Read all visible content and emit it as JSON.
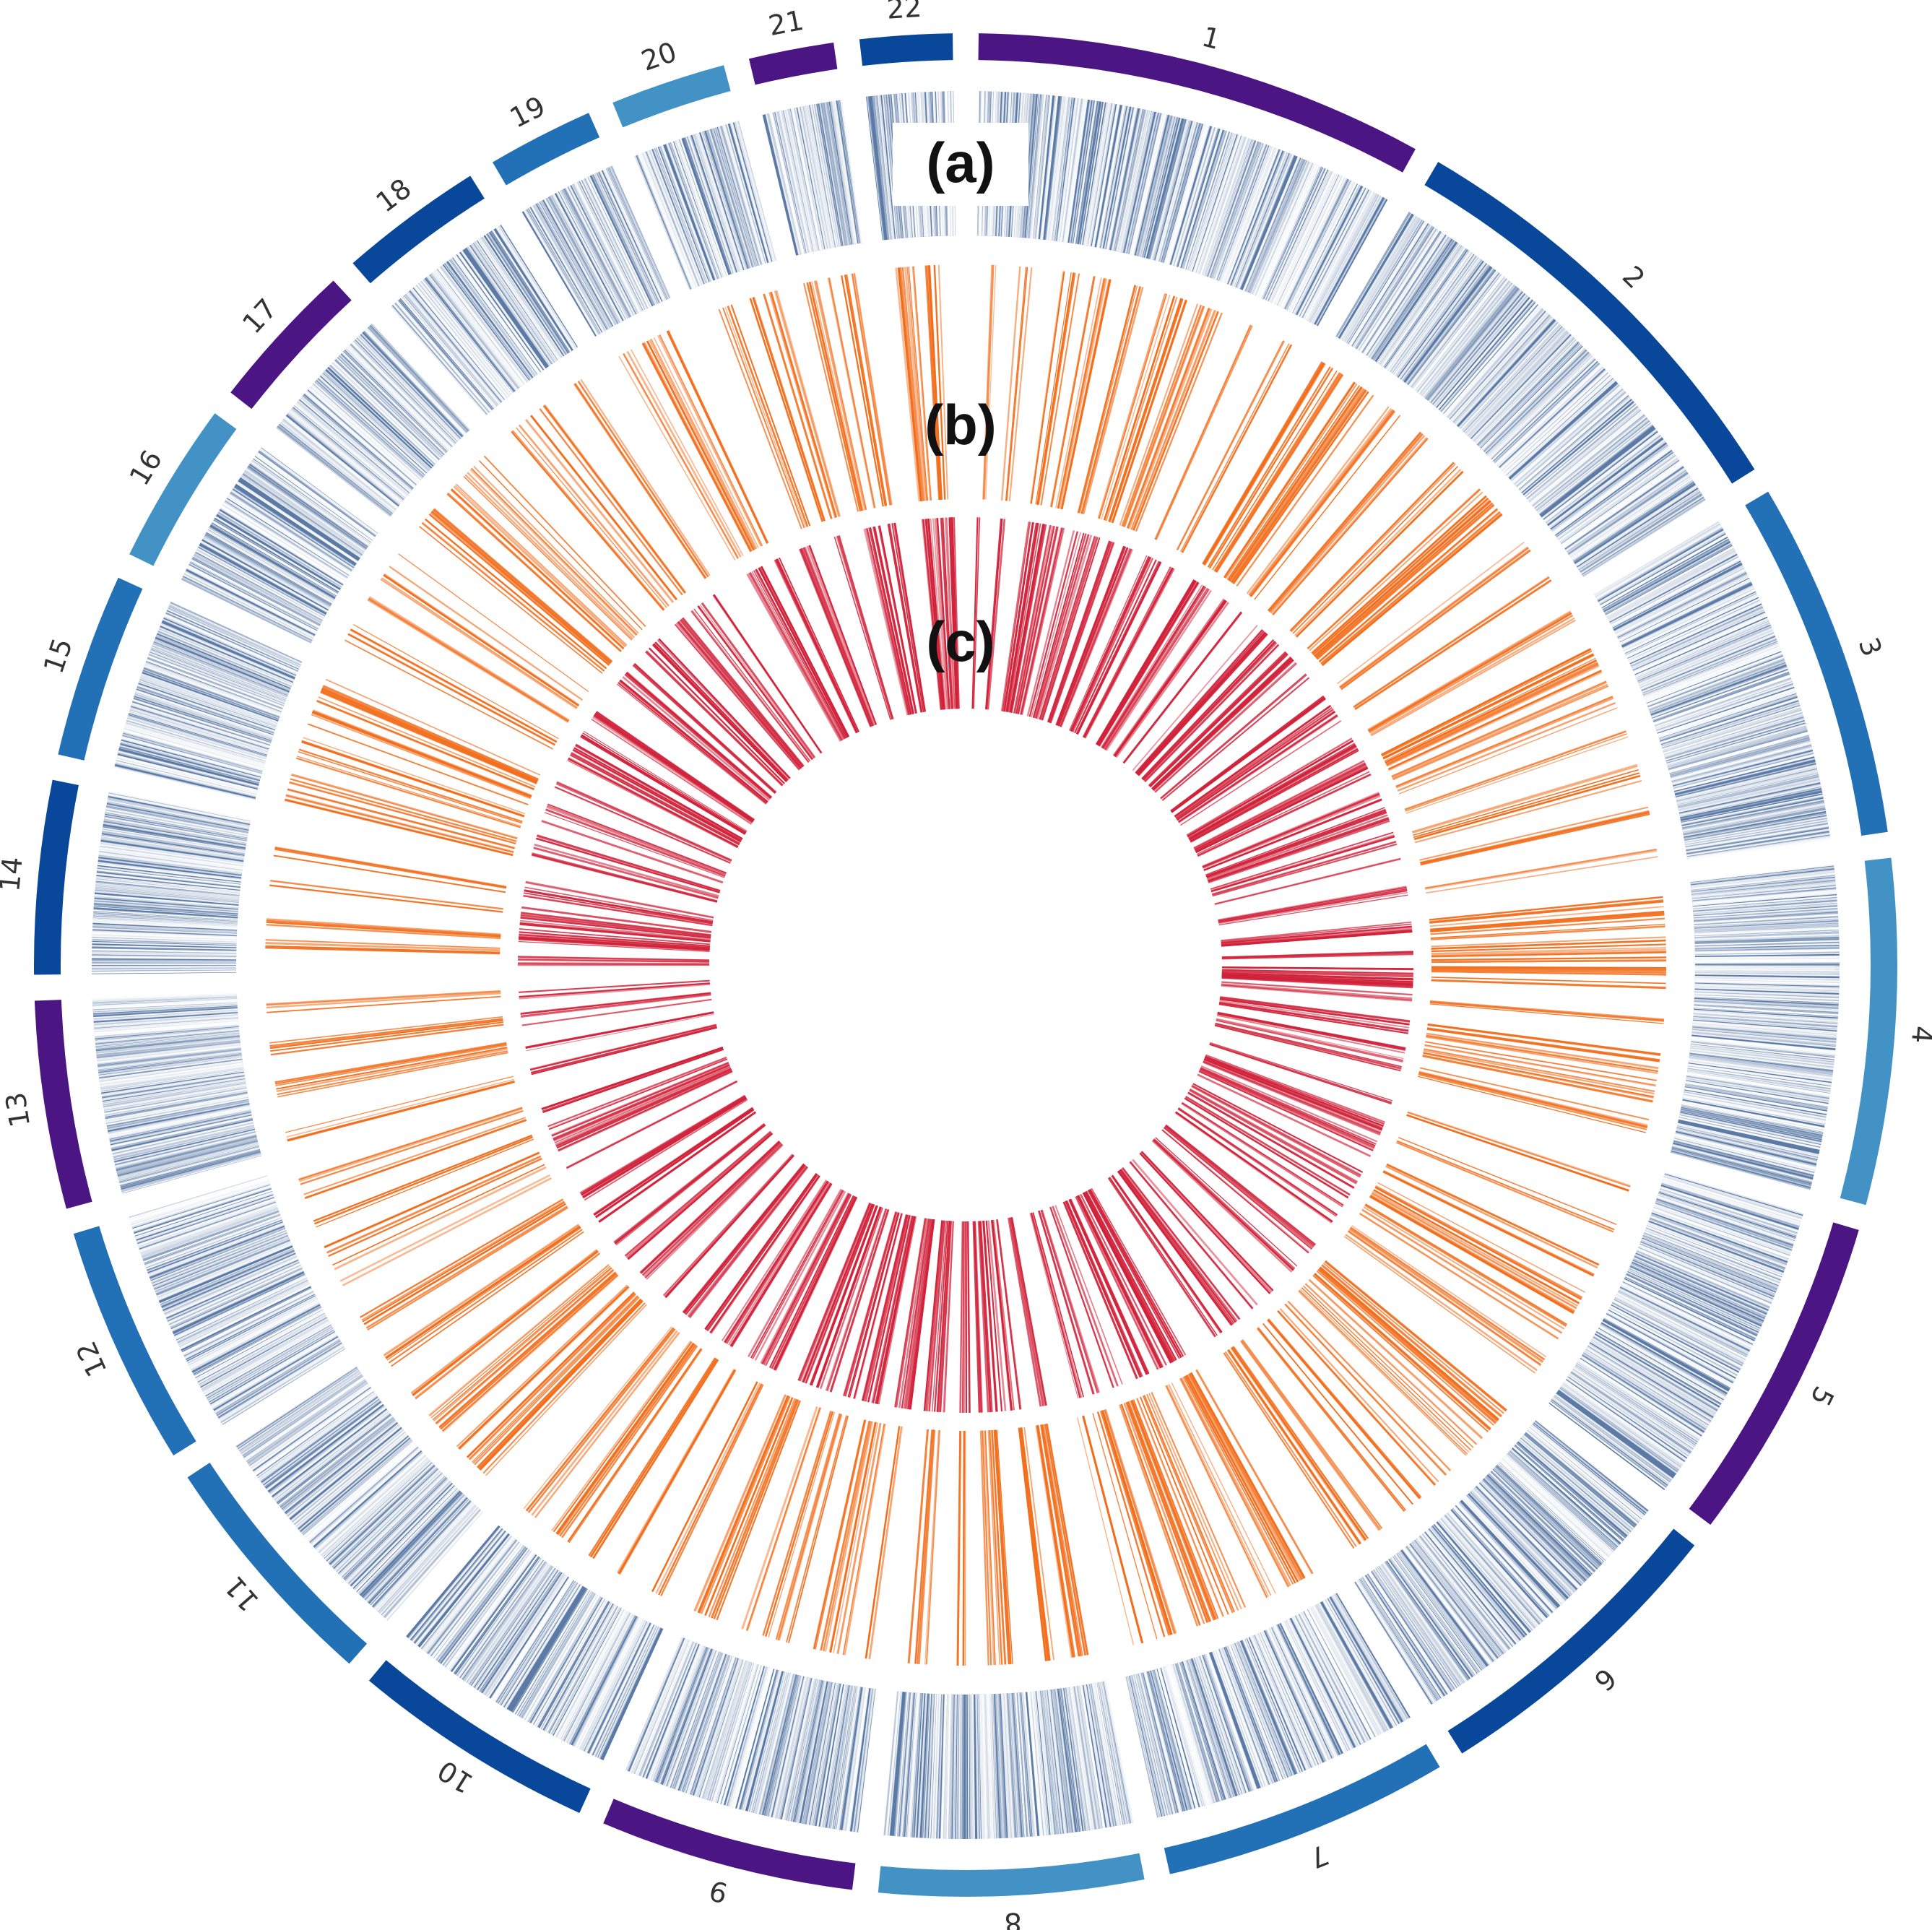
{
  "chart_data": {
    "type": "circos",
    "chromosomes": [
      {
        "name": "1",
        "length": 249,
        "color": "#4b1683"
      },
      {
        "name": "2",
        "length": 243,
        "color": "#08479a"
      },
      {
        "name": "3",
        "length": 198,
        "color": "#2270b6"
      },
      {
        "name": "4",
        "length": 191,
        "color": "#4292c6"
      },
      {
        "name": "5",
        "length": 181,
        "color": "#4b1683"
      },
      {
        "name": "6",
        "length": 171,
        "color": "#08479a"
      },
      {
        "name": "7",
        "length": 159,
        "color": "#2270b6"
      },
      {
        "name": "8",
        "length": 146,
        "color": "#4292c6"
      },
      {
        "name": "9",
        "length": 141,
        "color": "#4b1683"
      },
      {
        "name": "10",
        "length": 136,
        "color": "#08479a"
      },
      {
        "name": "11",
        "length": 135,
        "color": "#2270b6"
      },
      {
        "name": "12",
        "length": 133,
        "color": "#2270b6"
      },
      {
        "name": "13",
        "length": 115,
        "color": "#4b1683"
      },
      {
        "name": "14",
        "length": 107,
        "color": "#08479a"
      },
      {
        "name": "15",
        "length": 102,
        "color": "#2270b6"
      },
      {
        "name": "16",
        "length": 90,
        "color": "#4292c6"
      },
      {
        "name": "17",
        "length": 83,
        "color": "#4b1683"
      },
      {
        "name": "18",
        "length": 80,
        "color": "#08479a"
      },
      {
        "name": "19",
        "length": 59,
        "color": "#2270b6"
      },
      {
        "name": "20",
        "length": 64,
        "color": "#4292c6"
      },
      {
        "name": "21",
        "length": 47,
        "color": "#4b1683"
      },
      {
        "name": "22",
        "length": 51,
        "color": "#08479a"
      }
    ],
    "tracks": [
      {
        "label": "(a)",
        "color": "#5b7aa5",
        "density": "high"
      },
      {
        "label": "(b)",
        "color": "#f26d1b",
        "density": "medium"
      },
      {
        "label": "(c)",
        "color": "#d0223a",
        "density": "medium"
      }
    ]
  }
}
